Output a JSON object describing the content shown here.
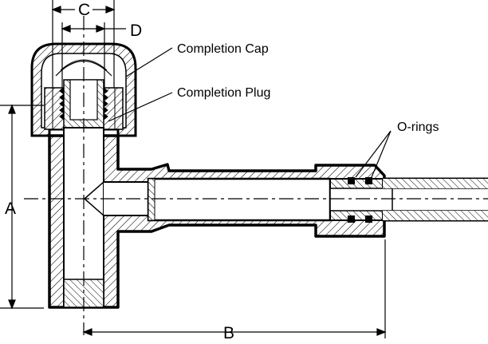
{
  "labels": {
    "completion_cap": "Completion Cap",
    "completion_plug": "Completion Plug",
    "o_rings": "O-rings"
  },
  "dimensions": {
    "a": "A",
    "b": "B",
    "c": "C",
    "d": "D"
  },
  "colors": {
    "line": "#000000",
    "background": "#ffffff"
  }
}
